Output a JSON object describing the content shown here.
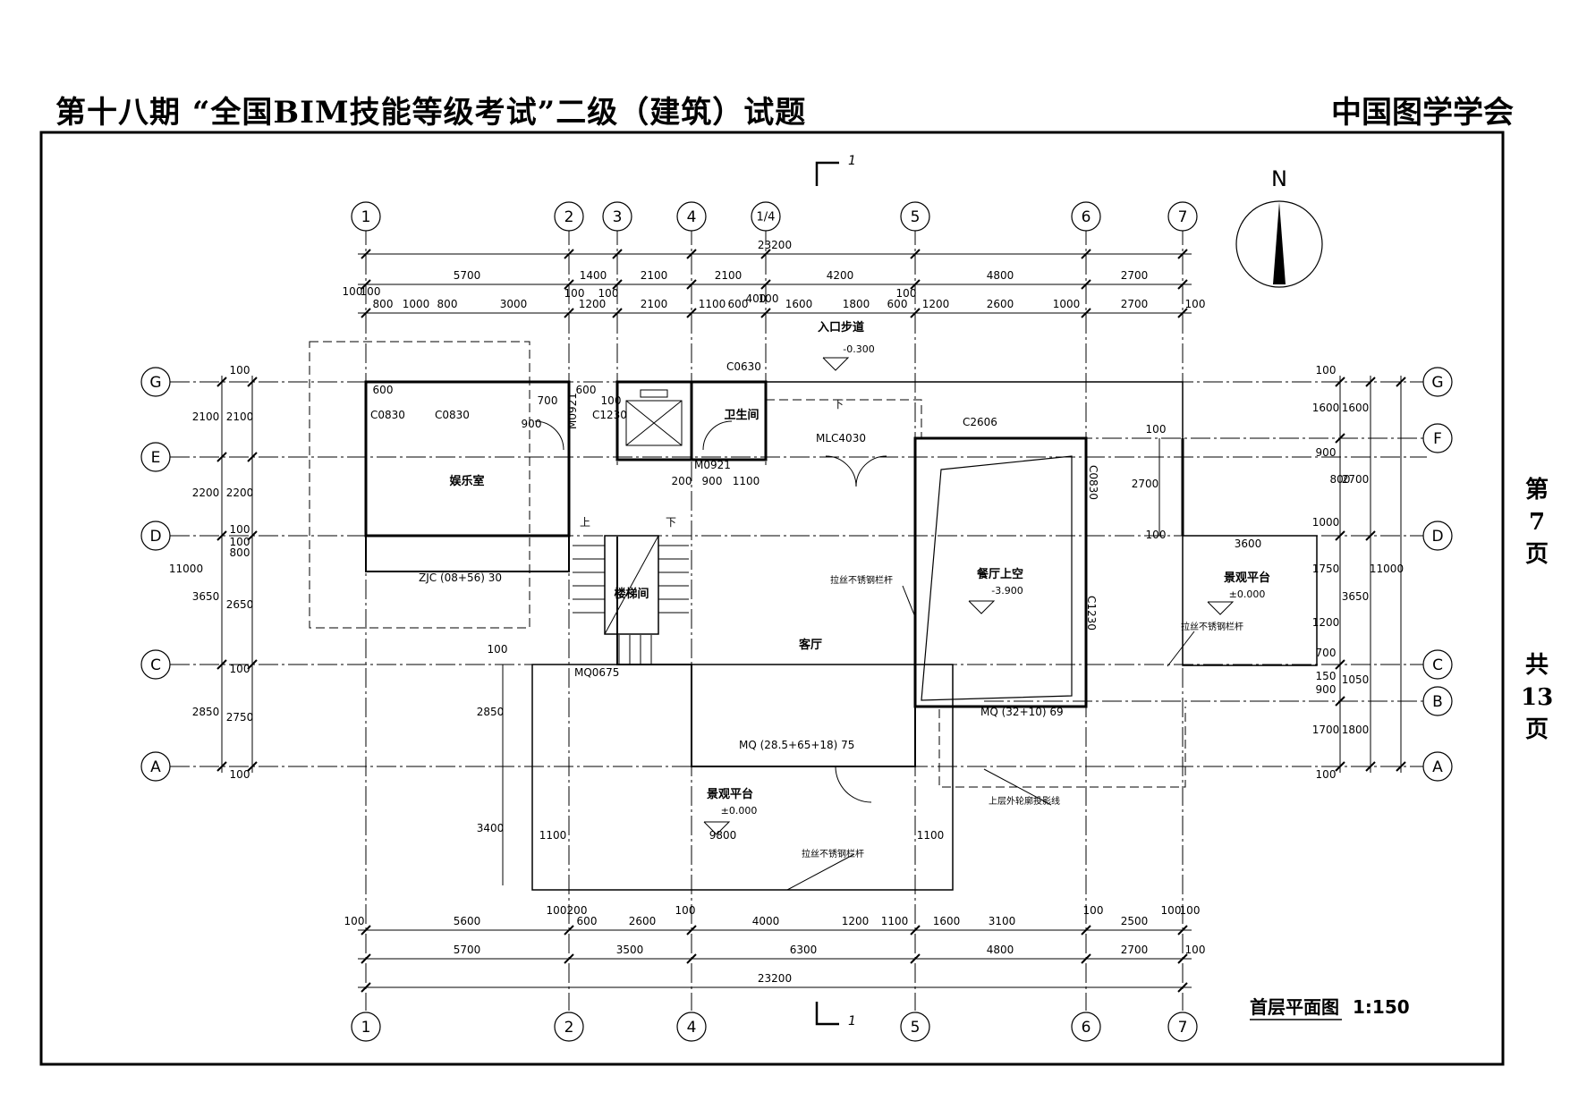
{
  "header": {
    "title": "第十八期    “全国BIM技能等级考试”二级（建筑）试题",
    "organization": "中国图学学会"
  },
  "page_info": {
    "page_label": "第",
    "page_number": "7",
    "page_unit": "页",
    "total_label": "共",
    "total_number": "13",
    "total_unit": "页"
  },
  "drawing_title": {
    "name": "首层平面图",
    "scale": "1:150"
  },
  "north": "N",
  "section_marker": "1",
  "axes": {
    "top": [
      "1",
      "2",
      "3",
      "4",
      "1/4",
      "5",
      "6",
      "7"
    ],
    "bottom": [
      "1",
      "2",
      "4",
      "5",
      "6",
      "7"
    ],
    "left": [
      "G",
      "E",
      "D",
      "C",
      "A"
    ],
    "right": [
      "G",
      "F",
      "D",
      "C",
      "B",
      "A"
    ]
  },
  "dimensions": {
    "top_total": "23200",
    "top_axis": [
      "5700",
      "1400",
      "2100",
      "2100",
      "4200",
      "4800",
      "2700"
    ],
    "top_detail": [
      "100",
      "100",
      "800",
      "1000",
      "800",
      "3000",
      "100",
      "1200",
      "100",
      "2100",
      "1100",
      "600",
      "400",
      "100",
      "1600",
      "1800",
      "600",
      "100",
      "1200",
      "2600",
      "1000",
      "2700",
      "100"
    ],
    "bottom_detail": [
      "100",
      "5600",
      "100",
      "200",
      "600",
      "2600",
      "100",
      "4000",
      "1200",
      "1100",
      "1600",
      "3100",
      "100",
      "2500",
      "100",
      "100"
    ],
    "bottom_axis": [
      "5700",
      "3500",
      "6300",
      "4800",
      "2700",
      "100"
    ],
    "bottom_total": "23200",
    "left_outer": [
      "2100",
      "2200",
      "3650",
      "2850"
    ],
    "left_total": "11000",
    "left_inner": [
      "100",
      "2100",
      "2200",
      "100",
      "100",
      "800",
      "2650",
      "100",
      "2750",
      "100"
    ],
    "right_inner": [
      "100",
      "1600",
      "900",
      "1000",
      "1750",
      "1200",
      "700",
      "150",
      "900",
      "1700",
      "100"
    ],
    "right_mid": [
      "1600",
      "2700",
      "800",
      "3650",
      "1050",
      "1800"
    ],
    "right_total": "11000",
    "misc": [
      "600",
      "700",
      "900",
      "600",
      "100",
      "200",
      "900",
      "1100",
      "2700",
      "100",
      "100",
      "3600",
      "100",
      "2850",
      "3400",
      "1100",
      "9800",
      "1100"
    ]
  },
  "rooms": {
    "entertainment": "娱乐室",
    "toilet": "卫生间",
    "stair": "楼梯间",
    "living": "客厅",
    "dining_void": "餐厅上空",
    "dining_void_level": "-3.900",
    "terrace_east": "景观平台",
    "terrace_east_level": "±0.000",
    "terrace_south": "景观平台",
    "terrace_south_level": "±0.000",
    "entry_path": "入口步道",
    "entry_level": "-0.300"
  },
  "labels": {
    "window_c0830_a": "C0830",
    "window_c0830_b": "C0830",
    "door_m0921_a": "M0921",
    "window_c1230_a": "C1230",
    "window_c0630": "C0630",
    "door_m0921_b": "M0921",
    "door_mlc4030": "MLC4030",
    "window_c2606": "C2606",
    "window_c0830_east": "C0830",
    "window_c1230_east": "C1230",
    "window_zjc": "ZJC (08+56) 30",
    "door_mq0675": "MQ0675",
    "wall_mq_living": "MQ (28.5+65+18) 75",
    "wall_mq_dining": "MQ (32+10) 69",
    "railing_a": "拉丝不锈钢栏杆",
    "railing_b": "拉丝不锈钢栏杆",
    "railing_c": "拉丝不锈钢栏杆",
    "upper_outline": "上层外轮廓投影线",
    "stair_up": "上",
    "stair_down": "下",
    "entry_down": "下"
  }
}
